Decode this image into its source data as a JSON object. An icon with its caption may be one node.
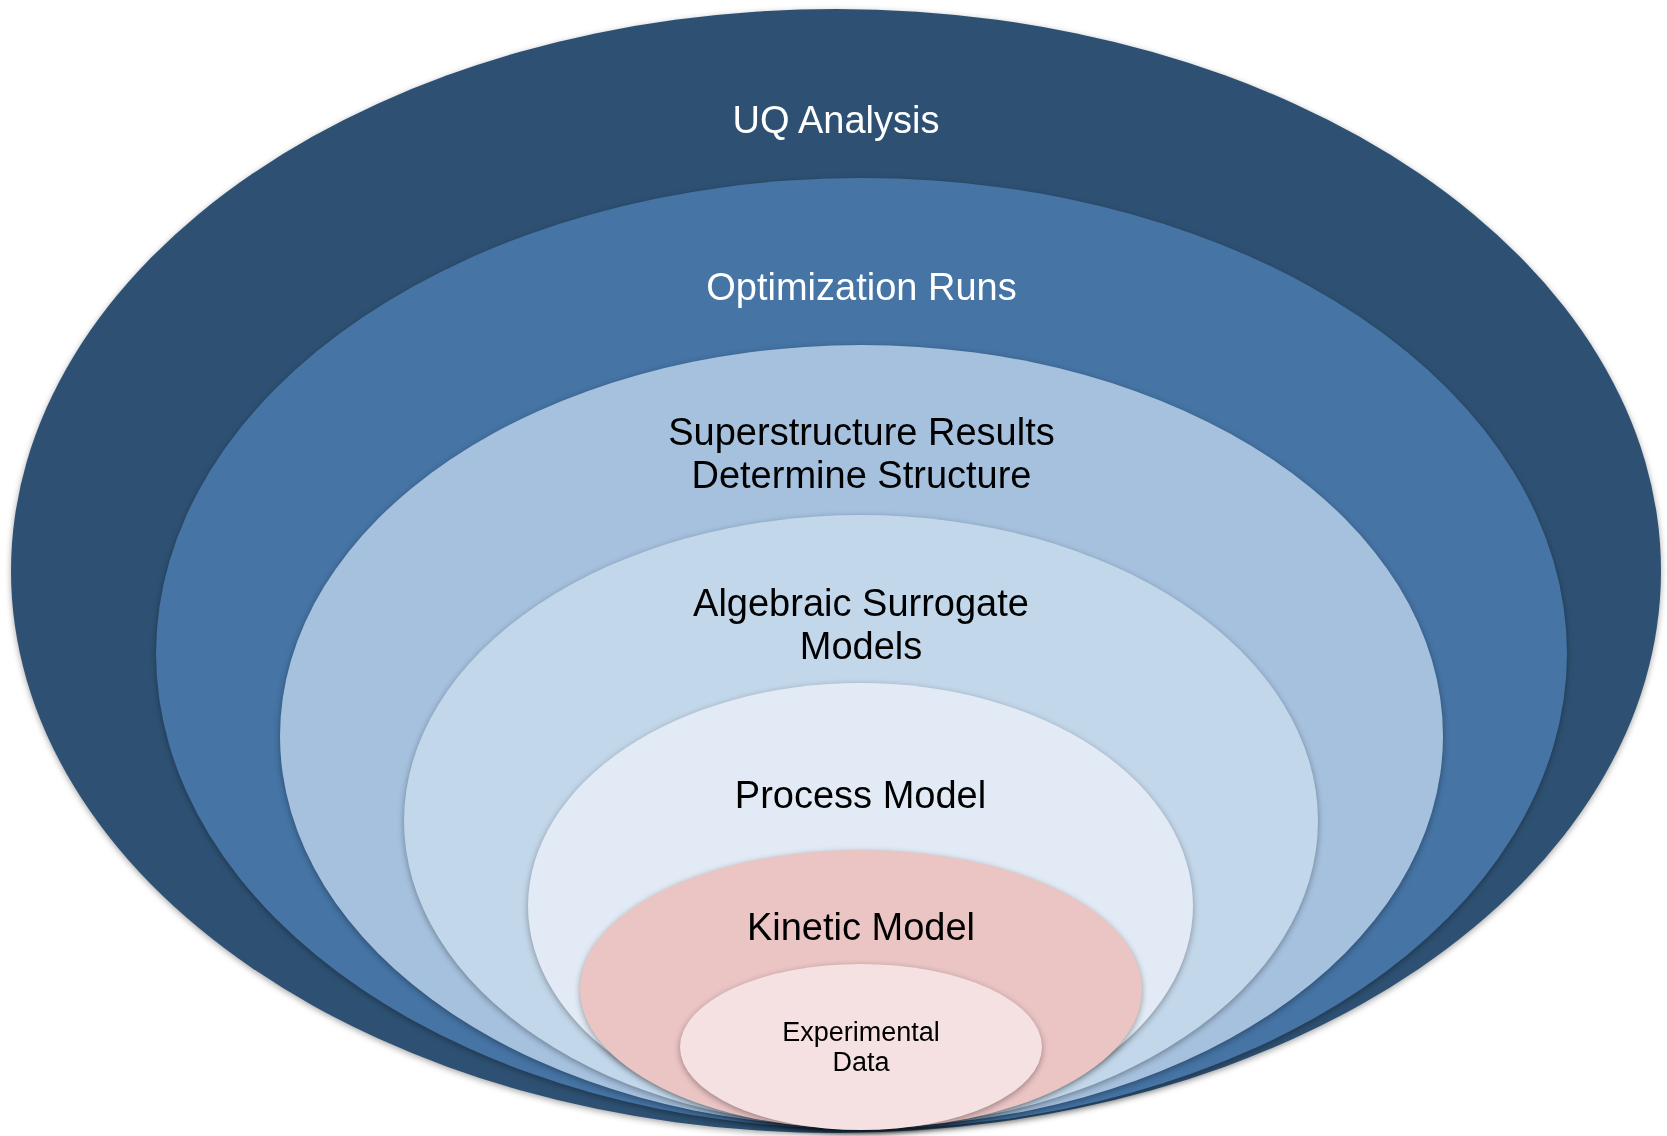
{
  "diagram": {
    "nodes": [
      {
        "text": [
          "UQ Analysis"
        ]
      },
      {
        "text": [
          "Optimization Runs"
        ],
        "in": 0
      },
      {
        "text": [
          "Superstructure Results Determine Structure"
        ],
        "in": 1
      },
      {
        "text": [
          "Algebraic Surrogate Models"
        ],
        "in": 2
      },
      {
        "text": [
          "Process Model"
        ],
        "in": 3
      },
      {
        "text": [
          "Kinetic Model"
        ],
        "in": 4
      },
      {
        "text": [
          "Experimental Data"
        ],
        "in": 5
      }
    ]
  }
}
